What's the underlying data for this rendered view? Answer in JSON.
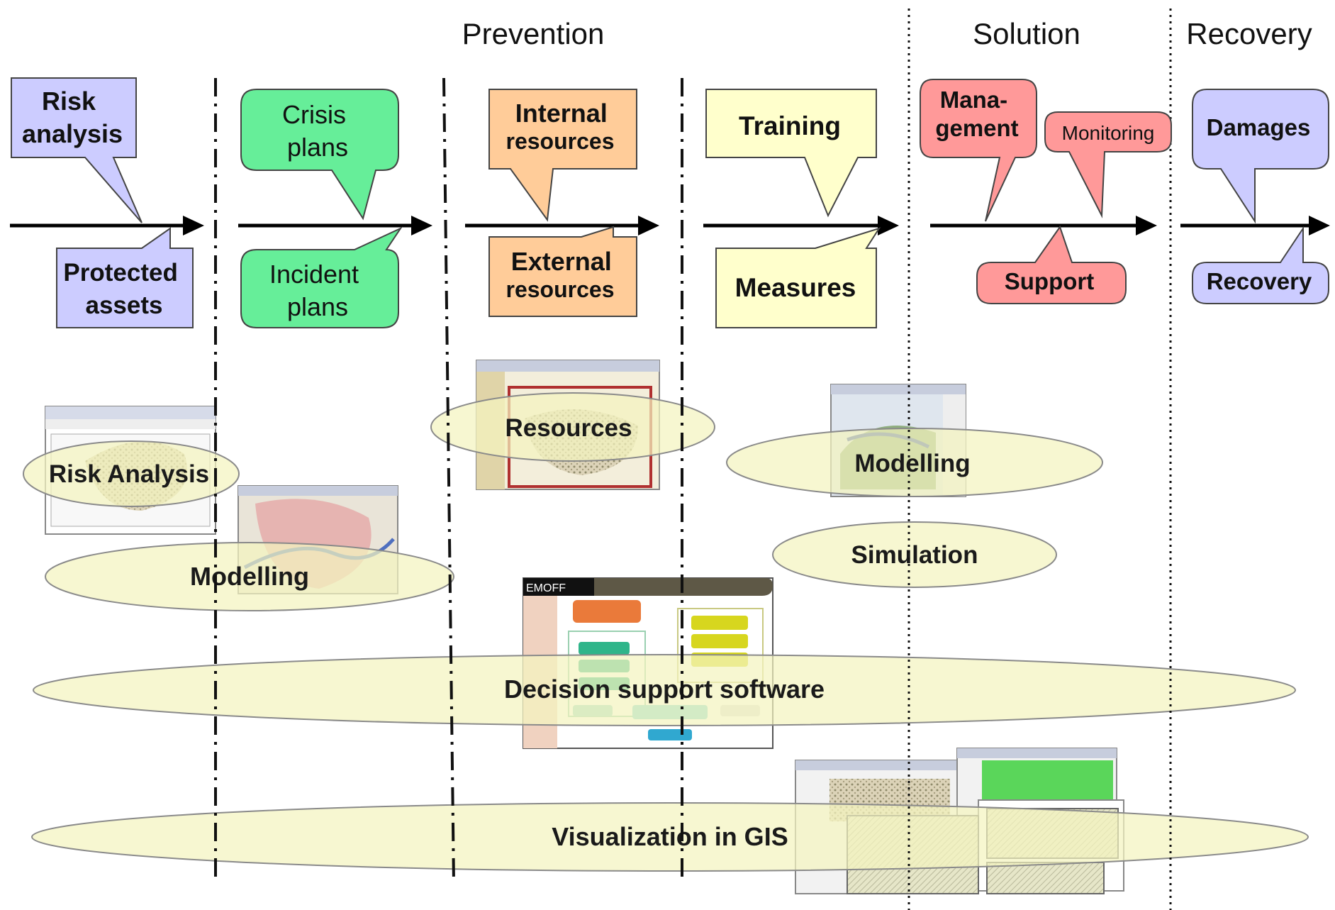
{
  "phases": {
    "prevention": "Prevention",
    "solution": "Solution",
    "recovery": "Recovery"
  },
  "callouts": {
    "risk_analysis": {
      "line1": "Risk",
      "line2": "analysis"
    },
    "protected_assets": {
      "line1": "Protected",
      "line2": "assets"
    },
    "crisis_plans": {
      "line1": "Crisis",
      "line2": "plans"
    },
    "incident_plans": {
      "line1": "Incident",
      "line2": "plans"
    },
    "internal_resources": {
      "line1": "Internal",
      "line2": "resources"
    },
    "external_resources": {
      "line1": "External",
      "line2": "resources"
    },
    "training": {
      "line1": "Training"
    },
    "measures": {
      "line1": "Measures"
    },
    "management": {
      "line1": "Mana-",
      "line2": "gement"
    },
    "monitoring": {
      "line1": "Monitoring"
    },
    "support": {
      "line1": "Support"
    },
    "damages": {
      "line1": "Damages"
    },
    "recovery": {
      "line1": "Recovery"
    }
  },
  "ellipses": {
    "resources": "Resources",
    "risk_analysis": "Risk Analysis",
    "modelling_left": "Modelling",
    "modelling_right": "Modelling",
    "simulation": "Simulation",
    "decision_support": "Decision support software",
    "visualization": "Visualization in GIS"
  },
  "screenshot_texts": {
    "emoff_title": "EMOFF"
  },
  "colors": {
    "blue_box": "#ccccff",
    "green_box": "#66ee99",
    "orange_box": "#ffcc99",
    "yellow_box": "#ffffcc",
    "red_box": "#ff9999",
    "ellipse_fill": "#f4f4bf"
  }
}
